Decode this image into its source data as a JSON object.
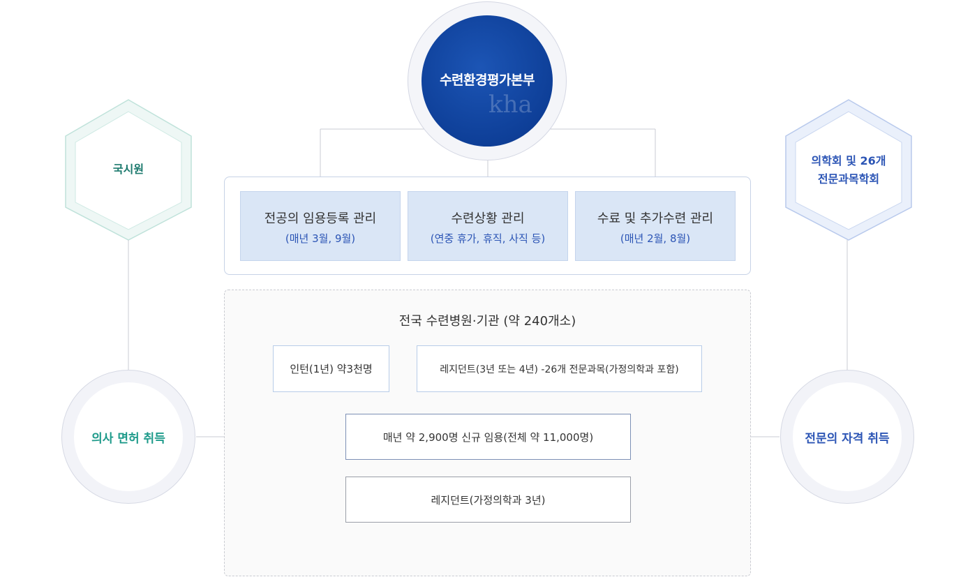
{
  "center": {
    "title": "수련환경평가본부",
    "watermark": "kha"
  },
  "left": {
    "hex_label": "국시원",
    "circle_label": "의사 면허 취득"
  },
  "right": {
    "hex_label_line1": "의학회 및 26개",
    "hex_label_line2": "전문과목학회",
    "circle_label": "전문의 자격 취득"
  },
  "management": {
    "items": [
      {
        "title": "전공의 임용등록 관리",
        "sub": "(매년 3월, 9월)"
      },
      {
        "title": "수련상황 관리",
        "sub": "(연중 휴가, 휴직, 사직 등)"
      },
      {
        "title": "수료 및 추가수련 관리",
        "sub": "(매년 2월, 8월)"
      }
    ]
  },
  "hospitals": {
    "title": "전국 수련병원·기관 (약 240개소)",
    "intern": "인턴(1년) 약3천명",
    "resident": "레지던트(3년 또는 4년) -26개 전문과목(가정의학과 포함)",
    "new_hire": "매년 약 2,900명 신규 임용(전체 약 11,000명)",
    "family_resident": "레지던트(가정의학과 3년)"
  },
  "colors": {
    "primary": "#0e3f98",
    "teal": "#1d7a6e",
    "blue": "#2c55b5",
    "box_fill": "#dae6f6",
    "line": "#c8cbd3"
  }
}
